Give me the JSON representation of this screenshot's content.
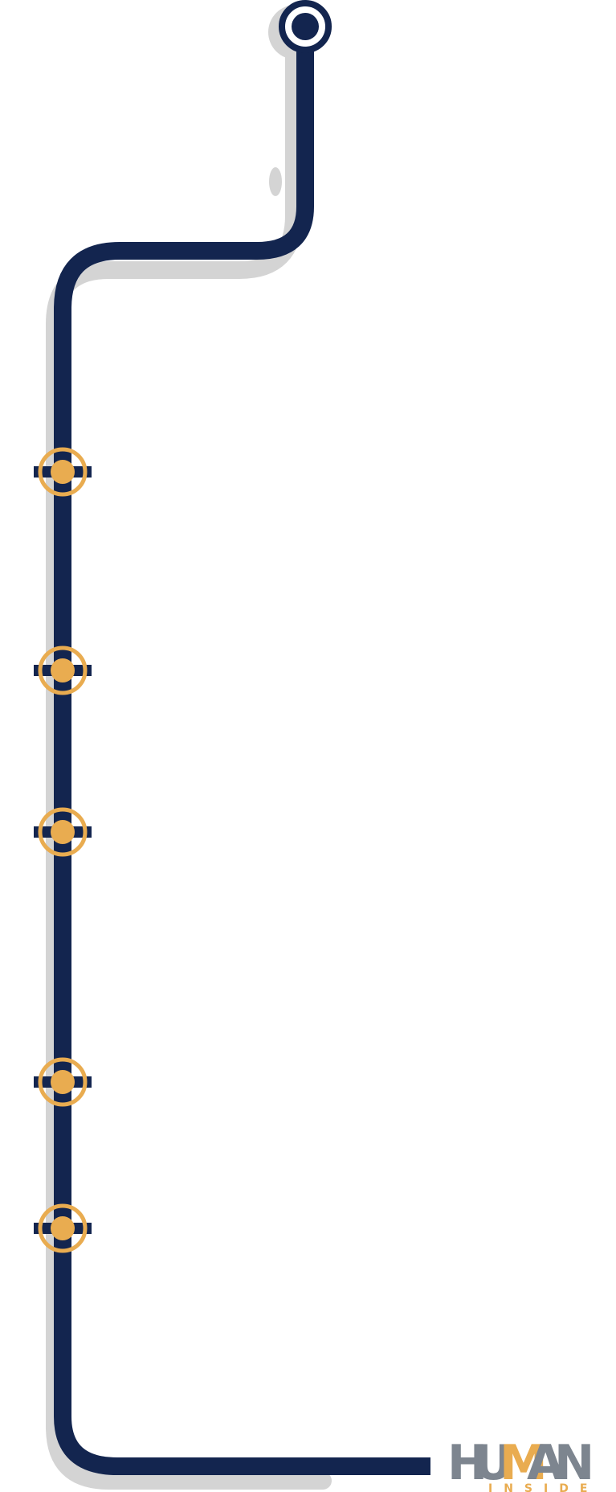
{
  "colors": {
    "route_line": "#13254f",
    "route_shadow": "#d4d4d4",
    "station_marker": "#e9ac50",
    "background": "#ffffff",
    "logo_gray": "#7d858f",
    "logo_accent": "#e9ac50"
  },
  "diagram": {
    "type": "transit-route-map",
    "terminus": {
      "shape": "double-ring"
    },
    "stations": [
      {
        "index": 1
      },
      {
        "index": 2
      },
      {
        "index": 3
      },
      {
        "index": 4
      },
      {
        "index": 5
      }
    ]
  },
  "logo": {
    "main_letters": [
      "H",
      "U",
      "M",
      "A",
      "N"
    ],
    "sub": "INSIDE"
  }
}
